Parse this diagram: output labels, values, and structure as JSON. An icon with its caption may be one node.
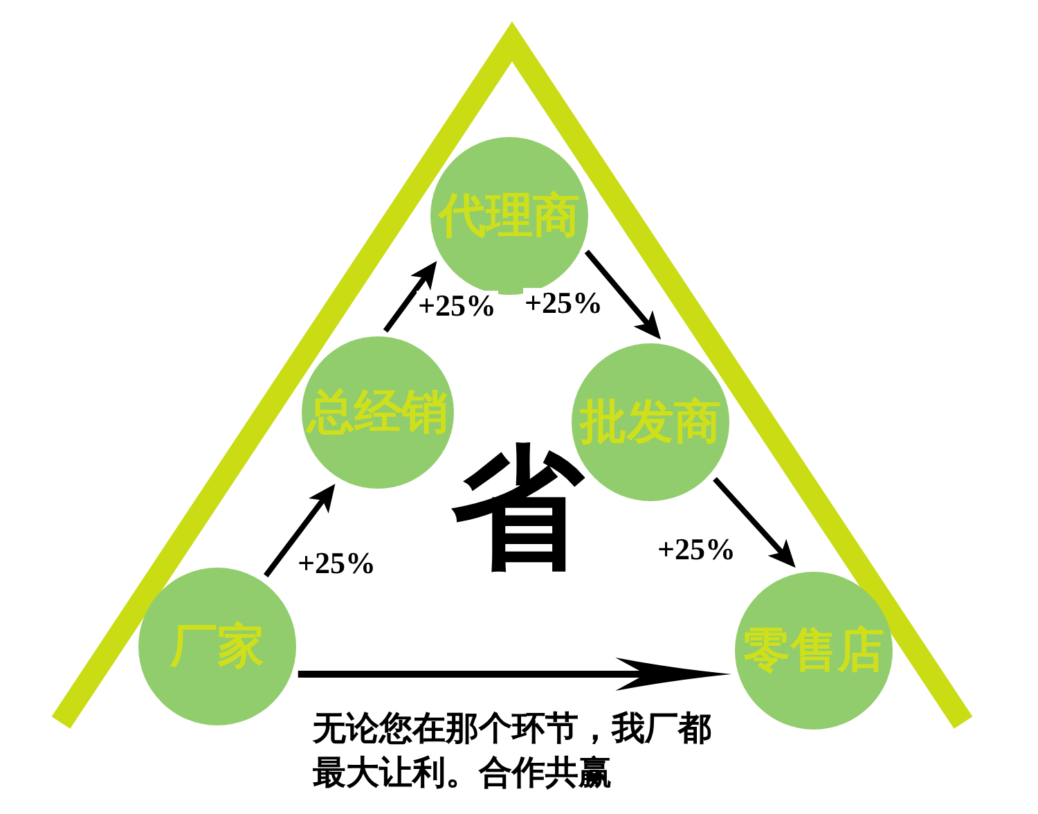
{
  "diagram": {
    "nodes": [
      {
        "text": [
          "厂家"
        ]
      },
      {
        "text": [
          "总经销"
        ]
      },
      {
        "text": [
          "代理商"
        ]
      },
      {
        "text": [
          "批发商"
        ]
      },
      {
        "text": [
          "零售店"
        ]
      }
    ],
    "edges": [
      {
        "from": 0,
        "to": 1,
        "arrow": "to",
        "label": "+25%"
      },
      {
        "from": 1,
        "to": 2,
        "arrow": "to",
        "label": "+25%"
      },
      {
        "from": 2,
        "to": 3,
        "arrow": "to",
        "label": "+25%"
      },
      {
        "from": 3,
        "to": 4,
        "arrow": "to",
        "label": "+25%"
      },
      {
        "from": 0,
        "to": 4,
        "arrow": "to"
      }
    ],
    "labels": [
      "省",
      "无论您在那个环节，我厂都最大让利。合作共赢"
    ]
  }
}
